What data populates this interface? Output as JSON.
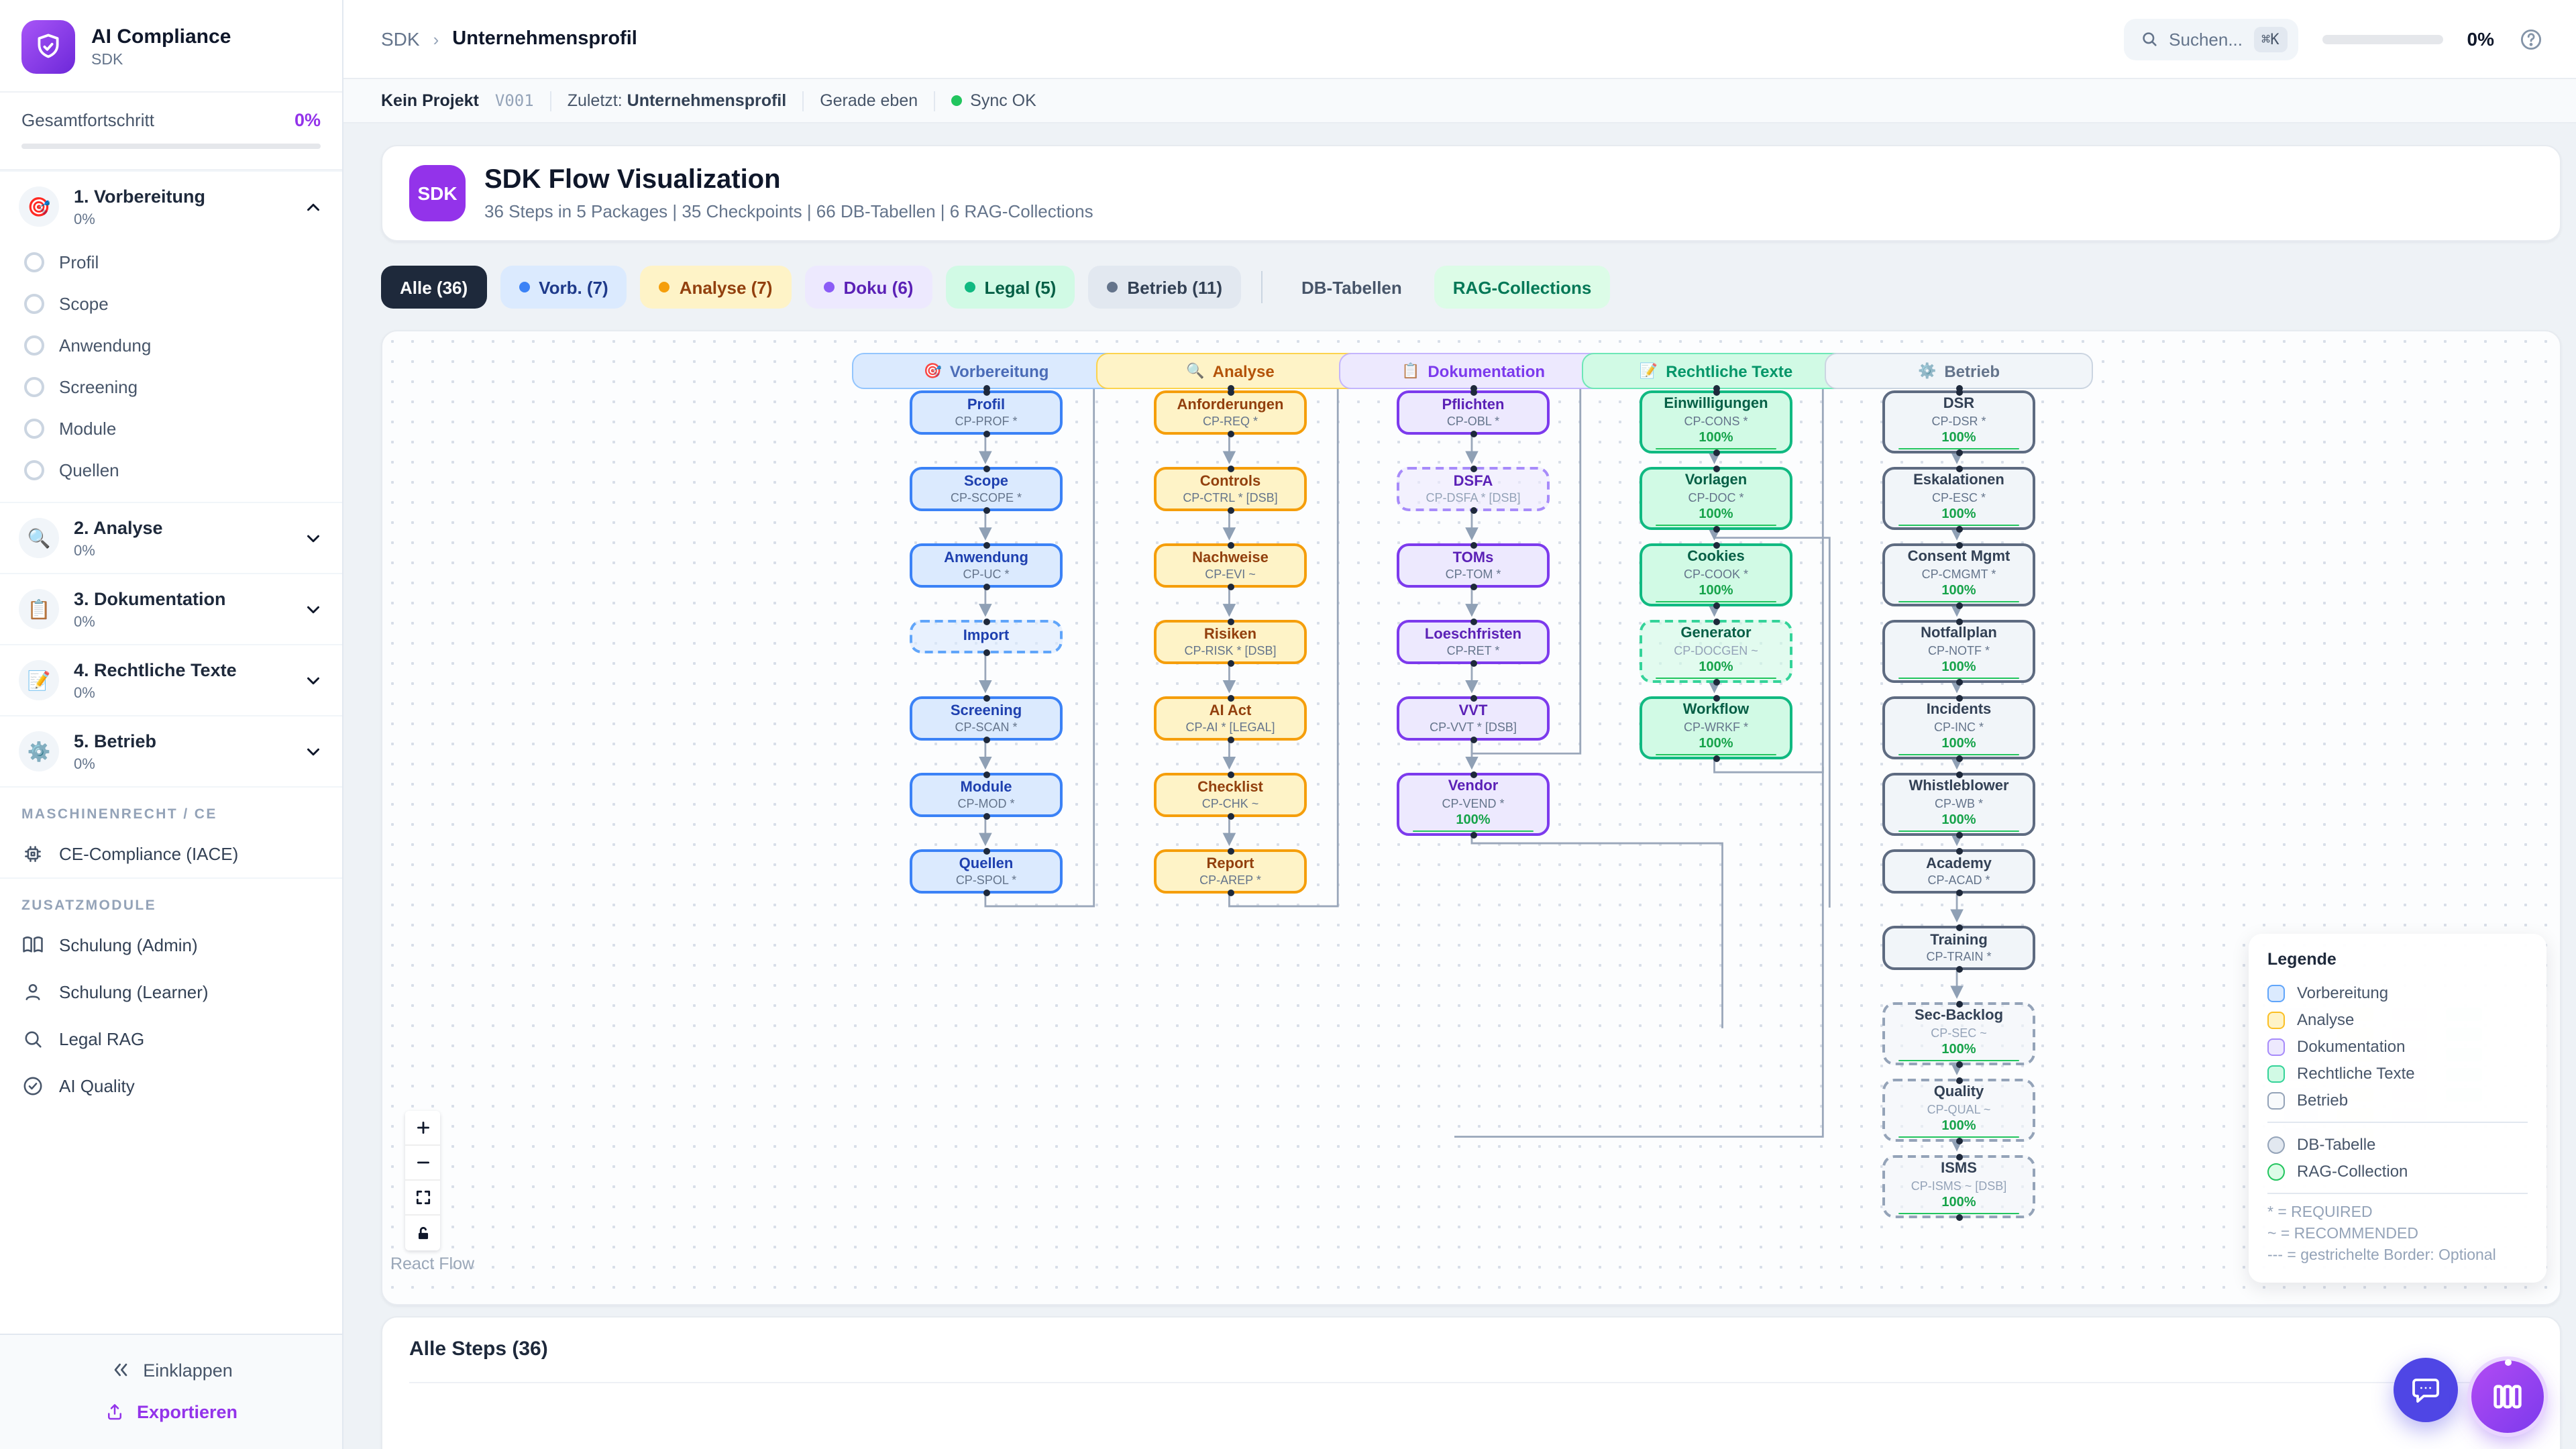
{
  "app": {
    "accent": "#9333ea"
  },
  "sidebar": {
    "logo": {
      "title": "AI Compliance",
      "subtitle": "SDK",
      "icon": "shield-check-icon"
    },
    "progress": {
      "label": "Gesamtfortschritt",
      "value": "0%"
    },
    "phases": [
      {
        "icon": "🎯",
        "icon_name": "target-icon",
        "label": "1. Vorbereitung",
        "pct": "0%",
        "expanded": true,
        "items": [
          "Profil",
          "Scope",
          "Anwendung",
          "Screening",
          "Module",
          "Quellen"
        ]
      },
      {
        "icon": "🔍",
        "icon_name": "magnifier-icon",
        "label": "2. Analyse",
        "pct": "0%",
        "expanded": false
      },
      {
        "icon": "📋",
        "icon_name": "clipboard-icon",
        "label": "3. Dokumentation",
        "pct": "0%",
        "expanded": false
      },
      {
        "icon": "📝",
        "icon_name": "memo-icon",
        "label": "4. Rechtliche Texte",
        "pct": "0%",
        "expanded": false
      },
      {
        "icon": "⚙️",
        "icon_name": "gear-icon",
        "label": "5. Betrieb",
        "pct": "0%",
        "expanded": false
      }
    ],
    "sections": [
      {
        "header": "MASCHINENRECHT / CE",
        "items": [
          {
            "icon": "chip-icon",
            "label": "CE-Compliance (IACE)"
          }
        ]
      },
      {
        "header": "ZUSATZMODULE",
        "items": [
          {
            "icon": "book-icon",
            "label": "Schulung (Admin)"
          },
          {
            "icon": "user-icon",
            "label": "Schulung (Learner)"
          },
          {
            "icon": "search-icon",
            "label": "Legal RAG"
          },
          {
            "icon": "check-circle-icon",
            "label": "AI Quality"
          }
        ]
      }
    ],
    "footer": {
      "collapse": "Einklappen",
      "export": "Exportieren"
    }
  },
  "topbar": {
    "breadcrumb": {
      "root": "SDK",
      "sep": "›",
      "current": "Unternehmensprofil"
    },
    "search": {
      "placeholder": "Suchen...",
      "shortcut": "⌘K"
    },
    "progress": {
      "value": "0%"
    }
  },
  "statusbar": {
    "project": "Kein Projekt",
    "version": "V001",
    "last_label": "Zuletzt:",
    "last_value": "Unternehmensprofil",
    "time": "Gerade eben",
    "sync": "Sync OK",
    "sync_color": "#22c55e"
  },
  "hero": {
    "badge": "SDK",
    "title": "SDK Flow Visualization",
    "subtitle": "36 Steps in 5 Packages | 35 Checkpoints | 66 DB-Tabellen | 6 RAG-Collections"
  },
  "filters": {
    "items": [
      {
        "label": "Alle (36)",
        "bg": "#1e293b",
        "color": "#ffffff",
        "active": true
      },
      {
        "label": "Vorb. (7)",
        "bg": "#dbeafe",
        "color": "#1e3a8a",
        "dot": "#3b82f6"
      },
      {
        "label": "Analyse (7)",
        "bg": "#fef3c7",
        "color": "#92400e",
        "dot": "#f59e0b"
      },
      {
        "label": "Doku (6)",
        "bg": "#ede9fe",
        "color": "#5b21b6",
        "dot": "#8b5cf6"
      },
      {
        "label": "Legal (5)",
        "bg": "#d1fae5",
        "color": "#065f46",
        "dot": "#10b981"
      },
      {
        "label": "Betrieb (11)",
        "bg": "#e2e8f0",
        "color": "#334155",
        "dot": "#64748b"
      }
    ],
    "extra": [
      {
        "label": "DB-Tabellen",
        "bg": "#eef2f6",
        "color": "#475569"
      },
      {
        "label": "RAG-Collections",
        "bg": "#dcfce7",
        "color": "#047857"
      }
    ]
  },
  "flow": {
    "columns": [
      {
        "label": "Vorbereitung",
        "icon": "🎯",
        "colors": {
          "headBg": "#dbeafe",
          "headBorder": "#93c5fd",
          "headText": "#4b6cb7",
          "bg": "#dbeafe",
          "border": "#3b82f6",
          "borderDash": "#60a5fa",
          "title": "#1e40af"
        },
        "nodes": [
          {
            "title": "Profil",
            "code": "CP-PROF *"
          },
          {
            "title": "Scope",
            "code": "CP-SCOPE *"
          },
          {
            "title": "Anwendung",
            "code": "CP-UC *"
          },
          {
            "title": "Import",
            "dashed": true
          },
          {
            "title": "Screening",
            "code": "CP-SCAN *"
          },
          {
            "title": "Module",
            "code": "CP-MOD *"
          },
          {
            "title": "Quellen",
            "code": "CP-SPOL *"
          }
        ]
      },
      {
        "label": "Analyse",
        "icon": "🔍",
        "colors": {
          "headBg": "#fef3c7",
          "headBorder": "#fcd34d",
          "headText": "#b45309",
          "bg": "#fef3c7",
          "border": "#f59e0b",
          "borderDash": "#fbbf24",
          "title": "#92400e"
        },
        "nodes": [
          {
            "title": "Anforderungen",
            "code": "CP-REQ *"
          },
          {
            "title": "Controls",
            "code": "CP-CTRL * [DSB]"
          },
          {
            "title": "Nachweise",
            "code": "CP-EVI ~"
          },
          {
            "title": "Risiken",
            "code": "CP-RISK * [DSB]"
          },
          {
            "title": "AI Act",
            "code": "CP-AI * [LEGAL]"
          },
          {
            "title": "Checklist",
            "code": "CP-CHK ~"
          },
          {
            "title": "Report",
            "code": "CP-AREP *"
          }
        ]
      },
      {
        "label": "Dokumentation",
        "icon": "📋",
        "colors": {
          "headBg": "#ede9fe",
          "headBorder": "#c4b5fd",
          "headText": "#7c3aed",
          "bg": "#ede9fe",
          "border": "#7c3aed",
          "borderDash": "#a78bfa",
          "title": "#5b21b6"
        },
        "nodes": [
          {
            "title": "Pflichten",
            "code": "CP-OBL *"
          },
          {
            "title": "DSFA",
            "code": "CP-DSFA * [DSB]",
            "dashed": true
          },
          {
            "title": "TOMs",
            "code": "CP-TOM *"
          },
          {
            "title": "Loeschfristen",
            "code": "CP-RET *"
          },
          {
            "title": "VVT",
            "code": "CP-VVT * [DSB]"
          },
          {
            "title": "Vendor",
            "code": "CP-VEND *",
            "progress": "100%"
          }
        ]
      },
      {
        "label": "Rechtliche Texte",
        "icon": "📝",
        "colors": {
          "headBg": "#d1fae5",
          "headBorder": "#6ee7b7",
          "headText": "#059669",
          "bg": "#d1fae5",
          "border": "#10b981",
          "borderDash": "#34d399",
          "title": "#065f46"
        },
        "nodes": [
          {
            "title": "Einwilligungen",
            "code": "CP-CONS *",
            "progress": "100%"
          },
          {
            "title": "Vorlagen",
            "code": "CP-DOC *",
            "progress": "100%"
          },
          {
            "title": "Cookies",
            "code": "CP-COOK *",
            "progress": "100%"
          },
          {
            "title": "Generator",
            "code": "CP-DOCGEN ~",
            "progress": "100%",
            "dashed": true
          },
          {
            "title": "Workflow",
            "code": "CP-WRKF *",
            "progress": "100%"
          }
        ]
      },
      {
        "label": "Betrieb",
        "icon": "⚙️",
        "colors": {
          "headBg": "#f1f5f9",
          "headBorder": "#cbd5e1",
          "headText": "#64748b",
          "bg": "#f1f5f9",
          "border": "#5e6b81",
          "borderDash": "#94a3b8",
          "title": "#334155"
        },
        "nodes": [
          {
            "title": "DSR",
            "code": "CP-DSR *",
            "progress": "100%"
          },
          {
            "title": "Eskalationen",
            "code": "CP-ESC *",
            "progress": "100%"
          },
          {
            "title": "Consent Mgmt",
            "code": "CP-CMGMT *",
            "progress": "100%"
          },
          {
            "title": "Notfallplan",
            "code": "CP-NOTF *",
            "progress": "100%"
          },
          {
            "title": "Incidents",
            "code": "CP-INC *",
            "progress": "100%"
          },
          {
            "title": "Whistleblower",
            "code": "CP-WB *",
            "progress": "100%"
          },
          {
            "title": "Academy",
            "code": "CP-ACAD *"
          },
          {
            "title": "Training",
            "code": "CP-TRAIN *"
          },
          {
            "title": "Sec-Backlog",
            "code": "CP-SEC ~",
            "progress": "100%",
            "dashed": true
          },
          {
            "title": "Quality",
            "code": "CP-QUAL ~",
            "progress": "100%",
            "dashed": true
          },
          {
            "title": "ISMS",
            "code": "CP-ISMS ~ [DSB]",
            "progress": "100%",
            "dashed": true
          }
        ]
      }
    ]
  },
  "legend": {
    "title": "Legende",
    "entries": [
      {
        "label": "Vorbereitung",
        "border": "#60a5fa",
        "fill": "#dbeafe"
      },
      {
        "label": "Analyse",
        "border": "#fbbf24",
        "fill": "#fef3c7"
      },
      {
        "label": "Dokumentation",
        "border": "#a78bfa",
        "fill": "#ede9fe"
      },
      {
        "label": "Rechtliche Texte",
        "border": "#34d399",
        "fill": "#d1fae5"
      },
      {
        "label": "Betrieb",
        "border": "#94a3b8",
        "fill": "#f8fafc"
      }
    ],
    "shapes": [
      {
        "label": "DB-Tabelle",
        "border": "#94a3b8",
        "fill": "#e2e8f0"
      },
      {
        "label": "RAG-Collection",
        "border": "#22c55e",
        "fill": "#dcfce7"
      }
    ],
    "notes": [
      "* = REQUIRED",
      "~ = RECOMMENDED",
      "--- = gestrichelte Border: Optional"
    ]
  },
  "canvas_controls": {
    "buttons": [
      {
        "name": "zoom-in-icon"
      },
      {
        "name": "zoom-out-icon"
      },
      {
        "name": "fit-view-icon"
      },
      {
        "name": "unlock-icon"
      }
    ],
    "attribution": "React Flow"
  },
  "steps_panel": {
    "title": "Alle Steps (36)"
  },
  "fabs": [
    {
      "name": "chat-bubble-icon"
    },
    {
      "name": "columns-icon"
    }
  ]
}
